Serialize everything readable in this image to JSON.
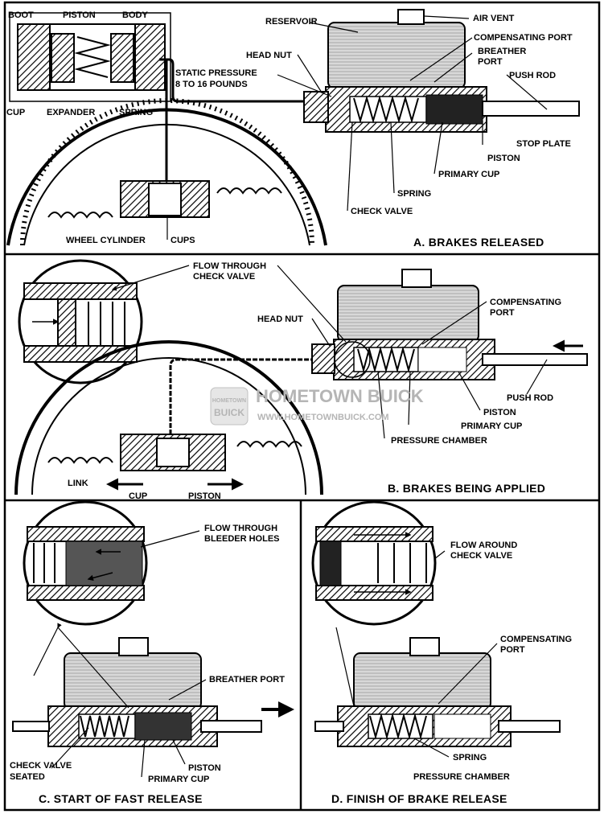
{
  "panels": {
    "a": {
      "caption": "A. BRAKES RELEASED",
      "labels": {
        "boot": "BOOT",
        "piston": "PISTON",
        "body": "BODY",
        "cup": "CUP",
        "expander": "EXPANDER",
        "spring": "SPRING",
        "static_pressure_1": "STATIC PRESSURE",
        "static_pressure_2": "8 TO 16 POUNDS",
        "reservoir": "RESERVOIR",
        "air_vent": "AIR VENT",
        "compensating_port": "COMPENSATING PORT",
        "breather_port_1": "BREATHER",
        "breather_port_2": "PORT",
        "push_rod": "PUSH ROD",
        "head_nut": "HEAD NUT",
        "stop_plate": "STOP PLATE",
        "piston_mc": "PISTON",
        "primary_cup": "PRIMARY CUP",
        "spring_mc": "SPRING",
        "check_valve": "CHECK VALVE",
        "wheel_cylinder": "WHEEL CYLINDER",
        "cups": "CUPS"
      }
    },
    "b": {
      "caption": "B. BRAKES BEING APPLIED",
      "labels": {
        "flow_1": "FLOW THROUGH",
        "flow_2": "CHECK VALVE",
        "compensating_1": "COMPENSATING",
        "compensating_2": "PORT",
        "head_nut": "HEAD NUT",
        "push_rod": "PUSH ROD",
        "piston": "PISTON",
        "primary_cup": "PRIMARY CUP",
        "pressure_chamber": "PRESSURE CHAMBER",
        "link": "LINK",
        "cup": "CUP",
        "piston_wc": "PISTON"
      }
    },
    "c": {
      "caption": "C. START OF FAST RELEASE",
      "labels": {
        "flow_1": "FLOW THROUGH",
        "flow_2": "BLEEDER HOLES",
        "breather_port": "BREATHER PORT",
        "check_valve_1": "CHECK VALVE",
        "check_valve_2": "SEATED",
        "piston": "PISTON",
        "primary_cup": "PRIMARY CUP"
      }
    },
    "d": {
      "caption": "D. FINISH OF BRAKE RELEASE",
      "labels": {
        "flow_1": "FLOW AROUND",
        "flow_2": "CHECK VALVE",
        "compensating_1": "COMPENSATING",
        "compensating_2": "PORT",
        "spring": "SPRING",
        "pressure_chamber": "PRESSURE CHAMBER"
      }
    }
  },
  "watermark": {
    "logo_top": "HOMETOWN",
    "logo_bottom": "BUICK",
    "title": "HOMETOWN BUICK",
    "url": "WWW.HOMETOWNBUICK.COM"
  },
  "colors": {
    "ink": "#000000",
    "paper": "#ffffff",
    "watermark": "#b5b5b5"
  }
}
